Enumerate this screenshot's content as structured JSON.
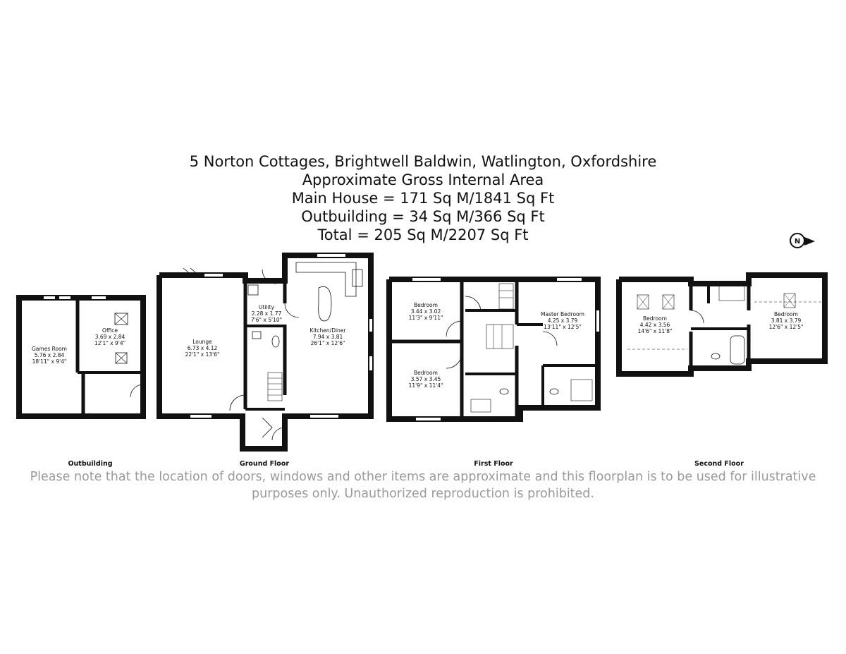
{
  "header": {
    "address": "5 Norton Cottages, Brightwell Baldwin, Watlington, Oxfordshire",
    "area_heading": "Approximate Gross Internal Area",
    "main_house": "Main House = 171 Sq M/1841 Sq Ft",
    "outbuilding": "Outbuilding = 34 Sq M/366 Sq Ft",
    "total": "Total = 205 Sq M/2207 Sq Ft"
  },
  "compass": {
    "letter": "N"
  },
  "floors": {
    "outbuilding": {
      "label": "Outbuilding",
      "rooms": [
        {
          "name": "Games Room",
          "metric": "5.76 x 2.84",
          "imperial": "18'11\" x 9'4\""
        },
        {
          "name": "Office",
          "metric": "3.69 x 2.84",
          "imperial": "12'1\" x 9'4\""
        }
      ]
    },
    "ground": {
      "label": "Ground Floor",
      "rooms": [
        {
          "name": "Lounge",
          "metric": "6.73 x 4.12",
          "imperial": "22'1\" x 13'6\""
        },
        {
          "name": "Utility",
          "metric": "2.28 x 1.77",
          "imperial": "7'6\" x 5'10\""
        },
        {
          "name": "Kitchen/Diner",
          "metric": "7.94 x 3.81",
          "imperial": "26'1\" x 12'6\""
        }
      ]
    },
    "first": {
      "label": "First Floor",
      "rooms": [
        {
          "name": "Bedroom",
          "metric": "3.44 x 3.02",
          "imperial": "11'3\" x 9'11\""
        },
        {
          "name": "Bedroom",
          "metric": "3.57 x 3.45",
          "imperial": "11'9\" x 11'4\""
        },
        {
          "name": "Master Bedroom",
          "metric": "4.25 x 3.79",
          "imperial": "13'11\" x 12'5\""
        }
      ]
    },
    "second": {
      "label": "Second Floor",
      "rooms": [
        {
          "name": "Bedroom",
          "metric": "4.42 x 3.56",
          "imperial": "14'6\" x 11'8\""
        },
        {
          "name": "Bedroom",
          "metric": "3.81 x 3.79",
          "imperial": "12'6\" x 12'5\""
        }
      ]
    }
  },
  "disclaimer": {
    "line1": "Please note that the location of doors, windows and other items are approximate and this floorplan is to be used for illustrative",
    "line2": "purposes only. Unauthorized reproduction is prohibited."
  }
}
